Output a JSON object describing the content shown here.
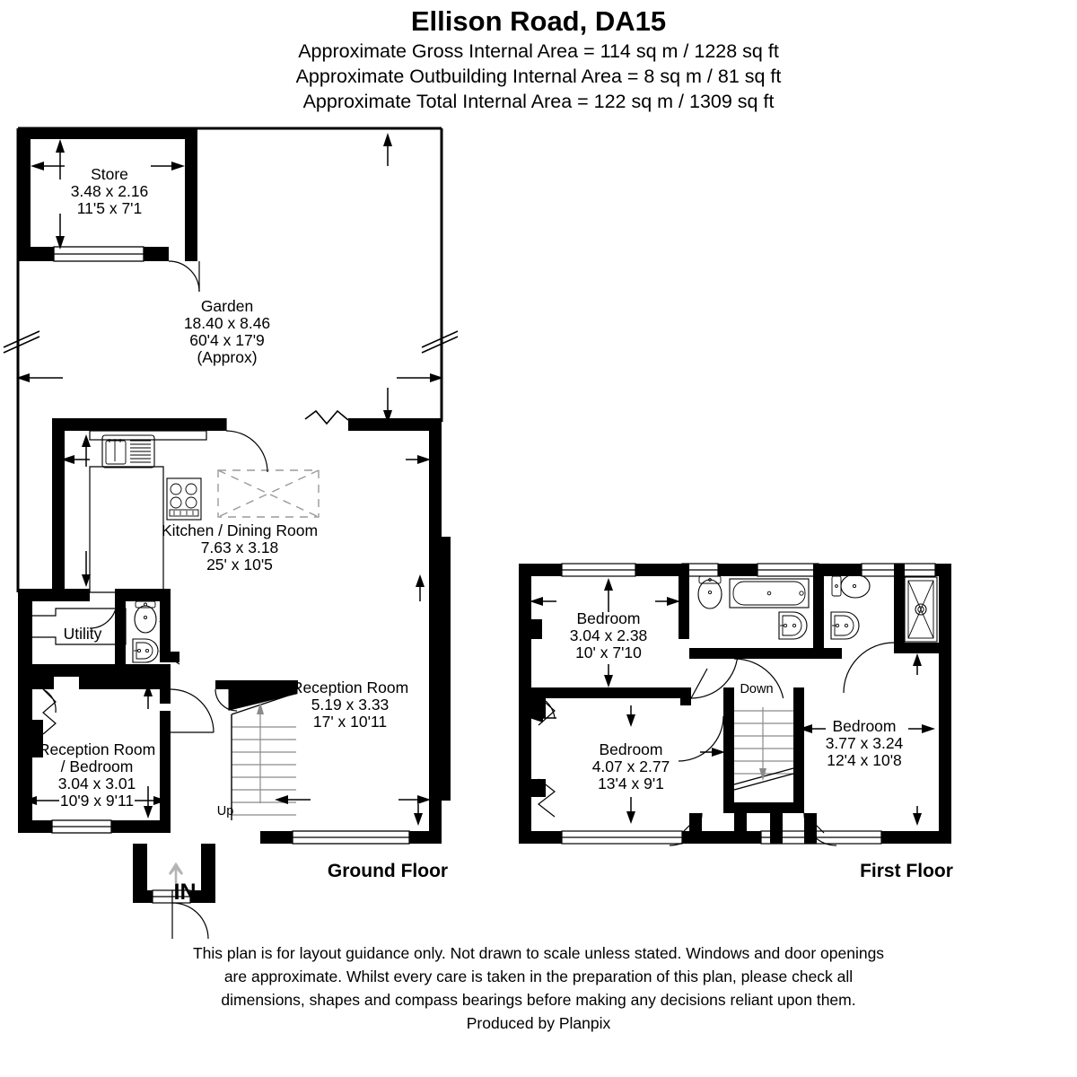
{
  "header": {
    "title": "Ellison Road, DA15",
    "line1": "Approximate Gross Internal Area = 114 sq m / 1228 sq ft",
    "line2": "Approximate Outbuilding Internal Area = 8 sq m / 81 sq ft",
    "line3": "Approximate Total Internal Area = 122 sq m / 1309 sq ft"
  },
  "floors": {
    "ground_label": "Ground Floor",
    "first_label": "First Floor"
  },
  "ground": {
    "store": {
      "name": "Store",
      "metric": "3.48 x 2.16",
      "imperial": "11'5 x 7'1"
    },
    "garden": {
      "name": "Garden",
      "metric": "18.40 x 8.46",
      "imperial": "60'4 x 17'9",
      "note": "(Approx)"
    },
    "kitchen": {
      "name": "Kitchen / Dining Room",
      "metric": "7.63 x 3.18",
      "imperial": "25' x 10'5"
    },
    "utility": {
      "name": "Utility"
    },
    "reception": {
      "name": "Reception Room",
      "metric": "5.19 x 3.33",
      "imperial": "17' x 10'11"
    },
    "reception_bedroom": {
      "name1": "Reception Room",
      "name2": "/ Bedroom",
      "metric": "3.04 x 3.01",
      "imperial": "10'9 x 9'11"
    },
    "stairs_label": "Up",
    "entrance_label": "IN"
  },
  "first": {
    "bedroom1": {
      "name": "Bedroom",
      "metric": "3.04 x 2.38",
      "imperial": "10' x 7'10"
    },
    "bedroom2": {
      "name": "Bedroom",
      "metric": "4.07 x 2.77",
      "imperial": "13'4 x 9'1"
    },
    "bedroom3": {
      "name": "Bedroom",
      "metric": "3.77 x 3.24",
      "imperial": "12'4 x 10'8"
    },
    "stairs_label": "Down"
  },
  "footer": {
    "line1": "This plan is for layout guidance only. Not drawn to scale unless stated. Windows and door openings",
    "line2": "are approximate. Whilst every care is taken in the preparation of this plan, please check all",
    "line3": "dimensions, shapes and compass bearings before making any decisions reliant upon them.",
    "line4": "Produced by Planpix"
  },
  "colors": {
    "wall": "#000000",
    "background": "#ffffff",
    "stair_tread": "#8a8a8a",
    "dashed_fixture": "#9a9a9a"
  }
}
